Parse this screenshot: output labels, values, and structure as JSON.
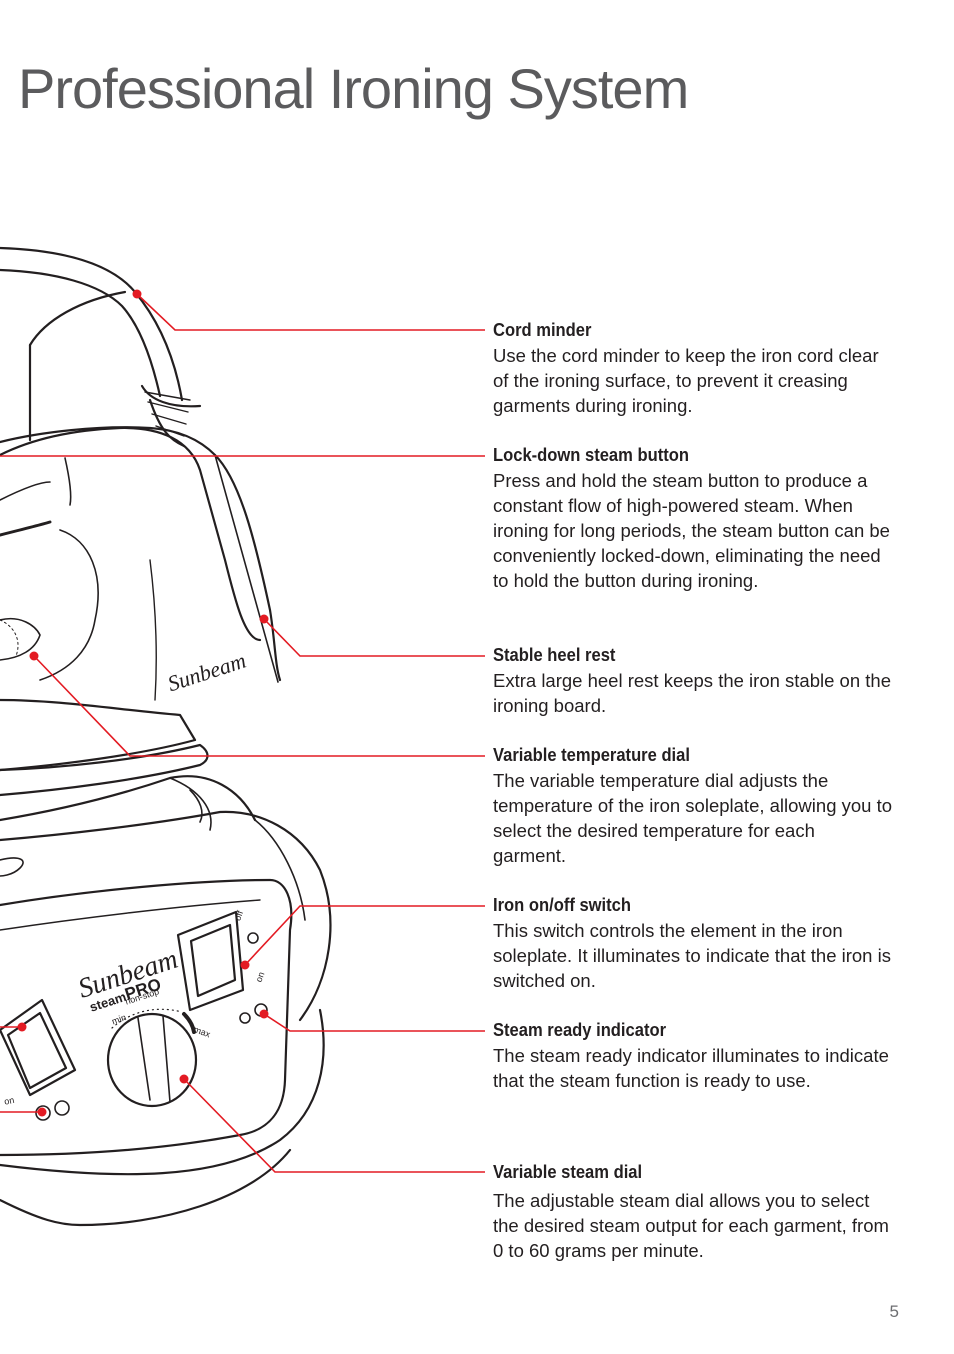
{
  "page": {
    "title": "Professional Ironing System",
    "page_number": "5"
  },
  "features": [
    {
      "heading": "Cord minder",
      "description": "Use the cord minder to keep the iron cord clear of the ironing surface, to prevent it creasing garments during ironing."
    },
    {
      "heading": "Lock-down steam button",
      "description": "Press and hold the steam button to produce a constant flow of high-powered steam. When ironing for long periods, the steam button can be conveniently locked-down, eliminating the need to hold the button during ironing."
    },
    {
      "heading": "Stable heel rest",
      "description": "Extra large heel rest keeps the iron stable on the ironing board."
    },
    {
      "heading": "Variable temperature dial",
      "description": "The variable temperature dial adjusts the temperature of the iron soleplate, allowing you to select the desired temperature for each garment."
    },
    {
      "heading": "Iron on/off switch",
      "description": "This switch controls the element in the iron soleplate. It illuminates to indicate that the iron is switched on."
    },
    {
      "heading": "Steam ready indicator",
      "description": "The steam ready indicator illuminates to indicate that the steam function is ready to use."
    },
    {
      "heading": "Variable steam dial",
      "description": "The adjustable steam dial allows you to select the desired steam output for each garment, from 0 to 60 grams per minute."
    }
  ],
  "illustration": {
    "iron_brand": "Sunbeam",
    "base_brand": "Sunbeam",
    "base_model": "steam",
    "base_model_suffix": "PRO",
    "base_tagline": "non-stop",
    "switch_off_label": "off",
    "switch_on_label": "on",
    "left_switch_on_label": "on",
    "dial_min_label": "min",
    "dial_max_label": "max",
    "callout_color": "#e31b23"
  }
}
